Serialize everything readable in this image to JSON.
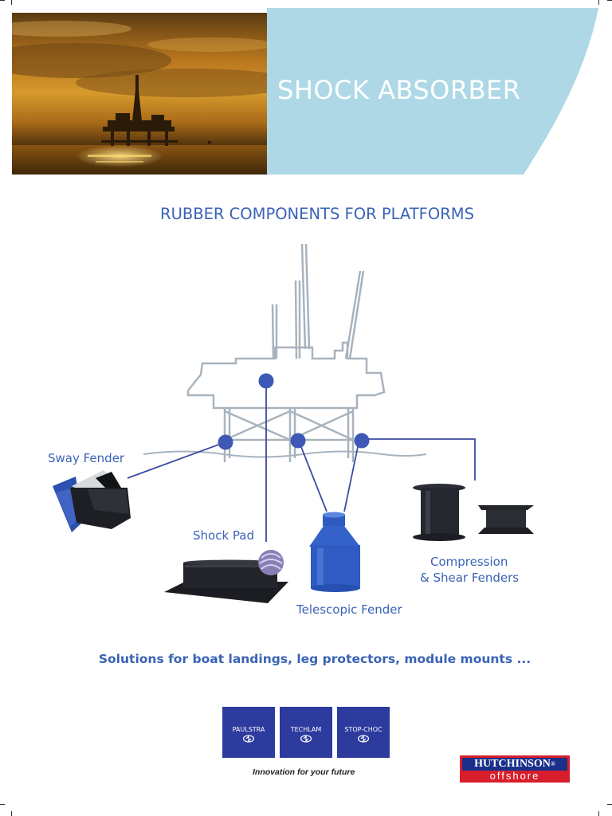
{
  "header": {
    "title": "SHOCK ABSORBER"
  },
  "section": {
    "title": "RUBBER COMPONENTS FOR PLATFORMS"
  },
  "diagram": {
    "labels": {
      "sway_fender": "Sway Fender",
      "shock_pad": "Shock Pad",
      "telescopic_fender": "Telescopic Fender",
      "compression_line1": "Compression",
      "compression_line2": "& Shear Fenders"
    }
  },
  "tagline": "Solutions for boat landings, leg protectors, module mounts ...",
  "brands": [
    {
      "name": "PAULSTRA"
    },
    {
      "name": "TECHLAM"
    },
    {
      "name": "STOP-CHOC"
    }
  ],
  "innovation": "Innovation for your future",
  "company_logo": {
    "name": "HUTCHINSON",
    "mark": "®",
    "division": "offshore"
  },
  "colors": {
    "accent_blue": "#3a63b5",
    "band_blue": "#aed8e6",
    "brand_blue": "#2d3a9e",
    "logo_red": "#d81e2c"
  }
}
